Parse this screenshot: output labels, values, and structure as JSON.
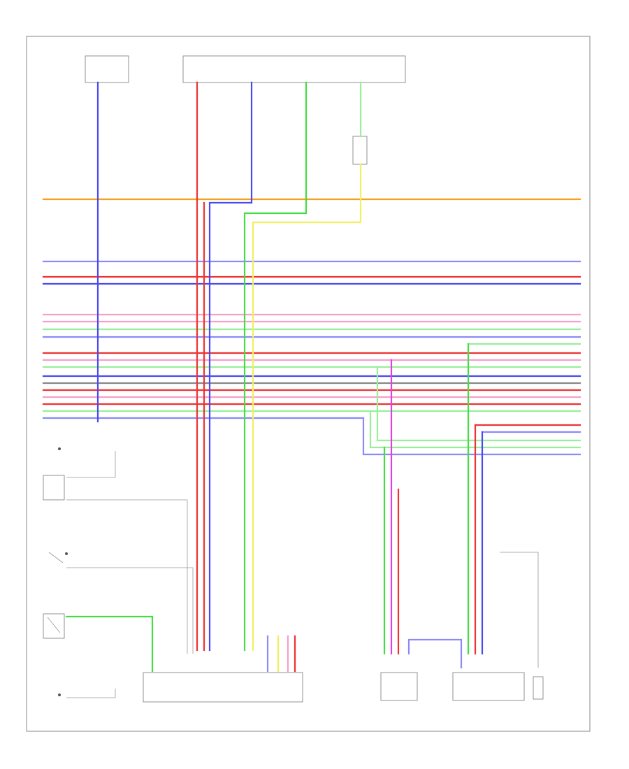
{
  "diagram": {
    "page_id": "",
    "colors": {
      "orange": "#f5a020",
      "red": "#ee3333",
      "pink": "#f4a0c8",
      "blue": "#4a4af0",
      "light_blue": "#8a8af8",
      "green": "#44dd44",
      "light_green": "#99ee99",
      "yellow": "#f0f060",
      "magenta": "#e040e0",
      "gray": "#888888",
      "black": "#444444"
    },
    "components": [
      {
        "id": "fuse-1",
        "name": ""
      },
      {
        "id": "fuse-group",
        "name": ""
      },
      {
        "id": "theft-relay",
        "name": ""
      },
      {
        "id": "front-ecu",
        "name": ""
      },
      {
        "id": "lower-ecu-1",
        "name": ""
      },
      {
        "id": "lower-ecu-2",
        "name": ""
      },
      {
        "id": "switch-1",
        "name": ""
      },
      {
        "id": "switch-2",
        "name": ""
      },
      {
        "id": "switch-3",
        "name": ""
      },
      {
        "id": "switch-4",
        "name": ""
      },
      {
        "id": "switch-5",
        "name": ""
      }
    ]
  }
}
